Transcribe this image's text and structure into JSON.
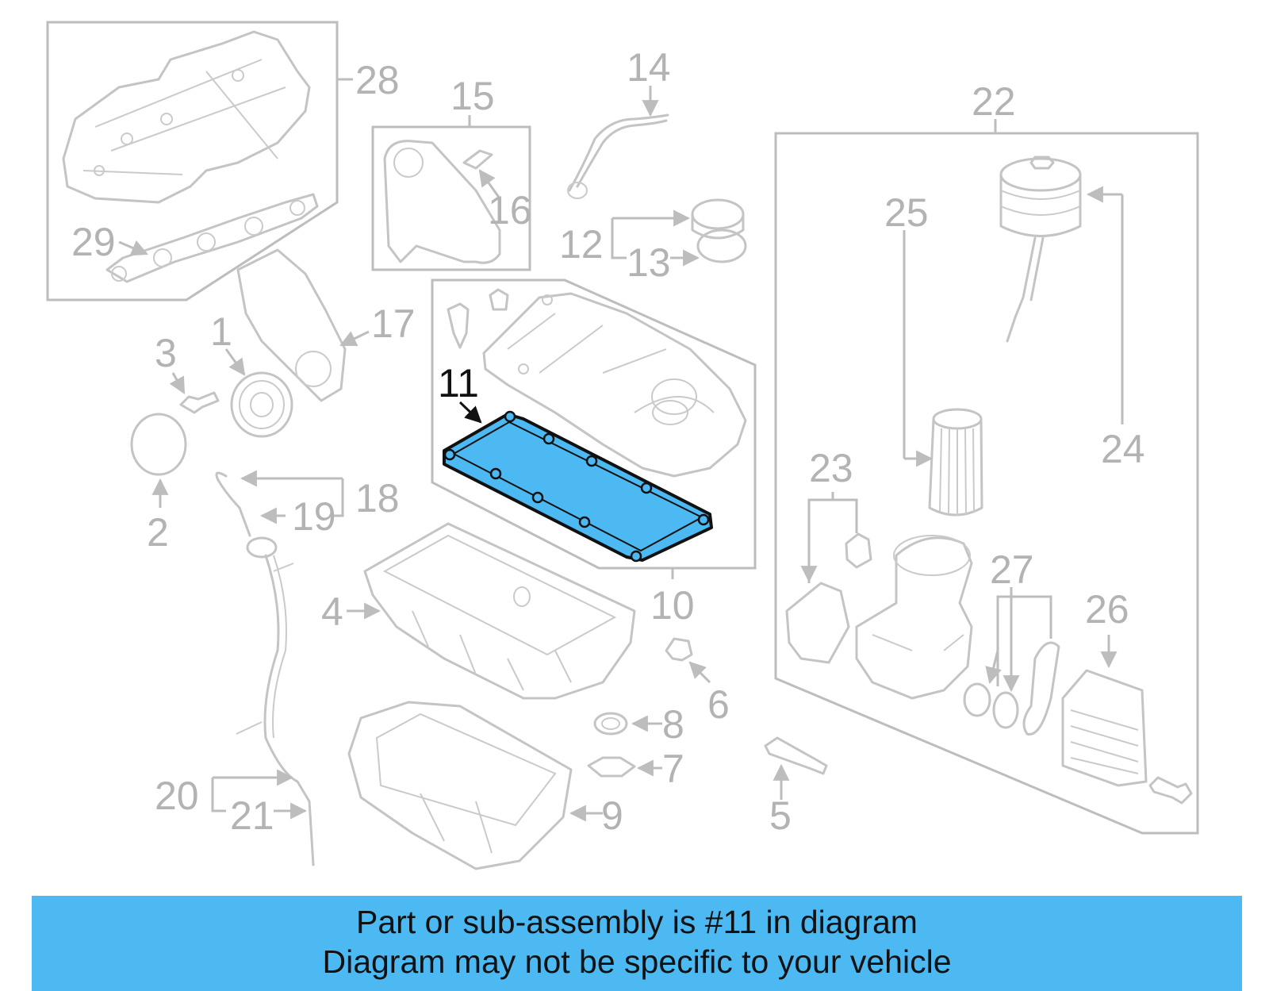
{
  "diagram": {
    "highlight_color": "#4cb9f3",
    "highlighted_callout": "11",
    "callouts": [
      "1",
      "2",
      "3",
      "4",
      "5",
      "6",
      "7",
      "8",
      "9",
      "10",
      "11",
      "12",
      "13",
      "14",
      "15",
      "16",
      "17",
      "18",
      "19",
      "20",
      "21",
      "22",
      "23",
      "24",
      "25",
      "26",
      "27",
      "28",
      "29"
    ]
  },
  "banner": {
    "line1": "Part or sub-assembly is #11 in diagram",
    "line2": "Diagram may not be specific to your vehicle",
    "background": "#4cb9f3"
  }
}
